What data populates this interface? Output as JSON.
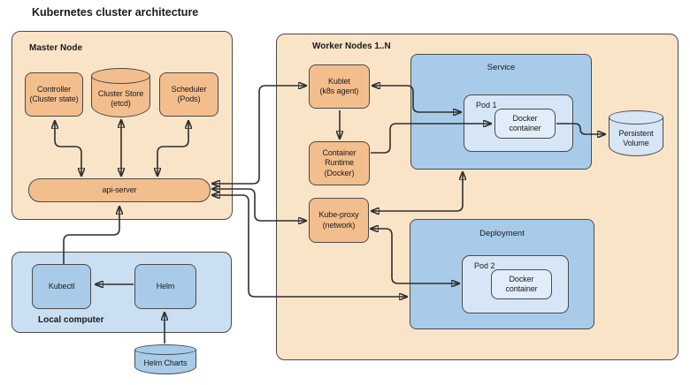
{
  "title": "Kubernetes cluster architecture",
  "colors": {
    "container_orange": "#FAE4C8",
    "node_orange": "#F3BE8D",
    "container_blue": "#CBDFF2",
    "node_blue": "#A9CBEA",
    "pod_blue": "#D7E6F6",
    "docker_blue": "#E2EDFA",
    "border": "#4a4a4a",
    "arrow": "#2f2f2f",
    "background": "#ffffff"
  },
  "nodes": {
    "master": {
      "label": "Master Node"
    },
    "controller": {
      "label": "Controller\n(Cluster state)"
    },
    "cluster_store": {
      "label": "Cluster Store\n(etcd)"
    },
    "scheduler": {
      "label": "Scheduler\n(Pods)"
    },
    "api_server": {
      "label": "api-server"
    },
    "worker": {
      "label": "Worker Nodes 1..N"
    },
    "kublet": {
      "label": "Kublet\n(k8s agent)"
    },
    "container_runtime": {
      "label": "Container\nRuntime\n(Docker)"
    },
    "kube_proxy": {
      "label": "Kube-proxy\n(network)"
    },
    "service": {
      "label": "Service"
    },
    "pod1": {
      "label": "Pod 1"
    },
    "docker1": {
      "label": "Docker\ncontainer"
    },
    "persistent_volume": {
      "label": "Persistent\nVolume"
    },
    "deployment": {
      "label": "Deployment"
    },
    "pod2": {
      "label": "Pod 2"
    },
    "docker2": {
      "label": "Docker\ncontainer"
    },
    "local_computer": {
      "label": "Local computer"
    },
    "kubectl": {
      "label": "Kubectl"
    },
    "helm": {
      "label": "Helm"
    },
    "helm_charts": {
      "label": "Helm Charts"
    }
  },
  "edges": [
    {
      "from": "controller",
      "to": "api_server",
      "bidirectional": true
    },
    {
      "from": "cluster_store",
      "to": "api_server",
      "bidirectional": true
    },
    {
      "from": "scheduler",
      "to": "api_server",
      "bidirectional": true
    },
    {
      "from": "api_server",
      "to": "kublet",
      "bidirectional": true
    },
    {
      "from": "api_server",
      "to": "kube_proxy",
      "bidirectional": true
    },
    {
      "from": "api_server",
      "to": "deployment",
      "bidirectional": true
    },
    {
      "from": "kublet",
      "to": "pod1",
      "bidirectional": true
    },
    {
      "from": "kublet",
      "to": "container_runtime",
      "bidirectional": false
    },
    {
      "from": "container_runtime",
      "to": "docker1",
      "bidirectional": false
    },
    {
      "from": "docker1",
      "to": "persistent_volume",
      "bidirectional": false
    },
    {
      "from": "kube_proxy",
      "to": "service",
      "bidirectional": true
    },
    {
      "from": "kube_proxy",
      "to": "pod2",
      "bidirectional": true
    },
    {
      "from": "kubectl",
      "to": "api_server",
      "bidirectional": false
    },
    {
      "from": "helm",
      "to": "kubectl",
      "bidirectional": false
    },
    {
      "from": "helm_charts",
      "to": "helm",
      "bidirectional": false
    }
  ]
}
